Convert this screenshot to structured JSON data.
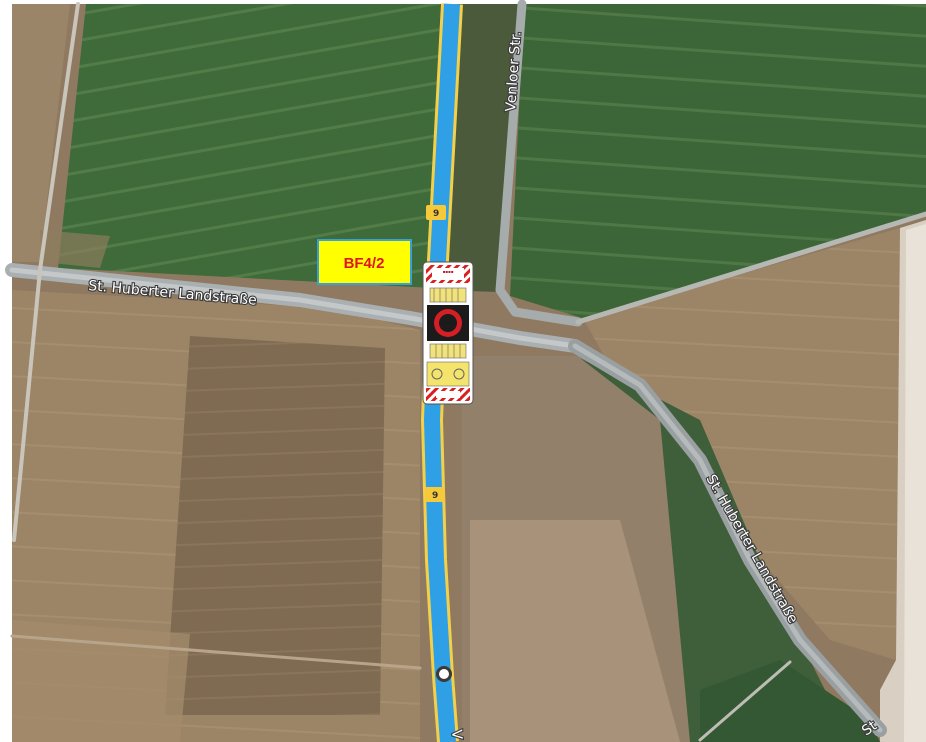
{
  "map": {
    "roads": {
      "west_road": "St. Huberter Landstraße",
      "east_road": "St. Huberter Landstraße",
      "north_road": "Venloer Str.",
      "bottom_right_partial": "St",
      "bottom_partial": "V"
    },
    "route_number": "9",
    "site_label": "BF4/2",
    "colors": {
      "route_blue": "#2f9fe6",
      "site_badge_fill": "#ffff00",
      "site_badge_border": "#3aa0d8",
      "site_badge_text": "#e0151f",
      "field_green": "#3f6a3a",
      "field_brown": "#9a8266",
      "road_gray": "#9aa0a2"
    },
    "icons": {
      "traffic_sign": "road-closure-sign-icon",
      "route_end": "route-end-marker-icon"
    }
  }
}
